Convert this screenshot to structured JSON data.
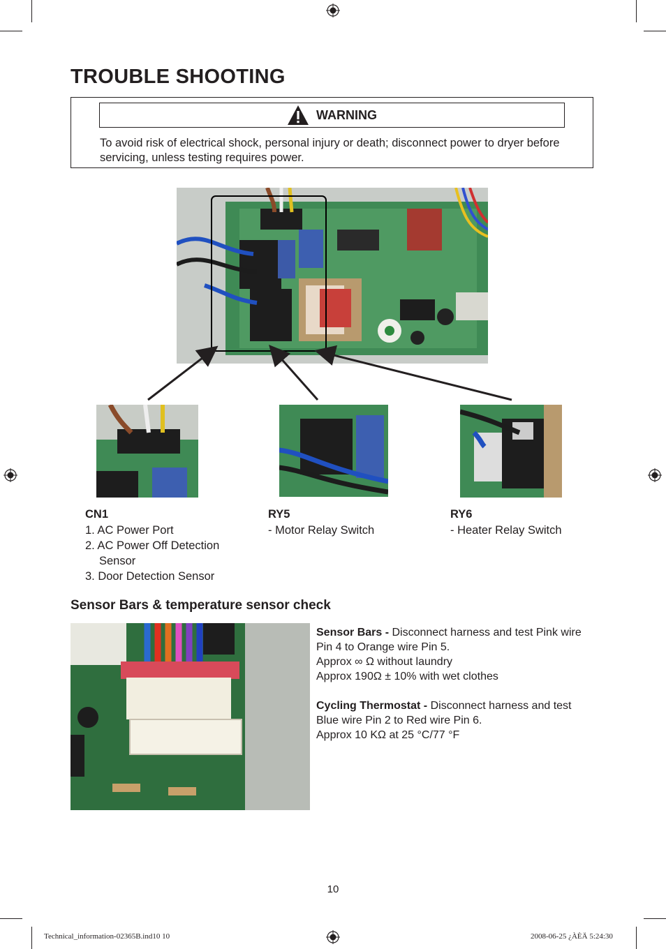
{
  "page": {
    "title": "TROUBLE  SHOOTING",
    "page_number": "10"
  },
  "warning": {
    "heading": "WARNING",
    "icon": "warning-triangle-icon",
    "text": "To avoid risk of electrical shock, personal injury or death; disconnect power to dryer before servicing, unless testing requires power."
  },
  "components": [
    {
      "name": "CN1",
      "lines": [
        "1. AC Power Port",
        "2. AC Power Off Detection",
        "    Sensor",
        "3. Door Detection Sensor"
      ]
    },
    {
      "name": "RY5",
      "lines": [
        "- Motor Relay Switch"
      ]
    },
    {
      "name": "RY6",
      "lines": [
        "- Heater Relay Switch"
      ]
    }
  ],
  "sensor_section": {
    "title": "Sensor Bars & temperature sensor check",
    "sensor_bars": {
      "label": "Sensor Bars -",
      "text": " Disconnect harness and test Pink wire Pin 4 to Orange wire Pin 5.",
      "line1": "Approx ∞ Ω without laundry",
      "line2": "Approx 190Ω ± 10% with wet clothes"
    },
    "thermostat": {
      "label": "Cycling Thermostat -",
      "text": " Disconnect harness and test Blue wire Pin 2 to Red wire Pin 6.",
      "line1": "Approx 10 KΩ at 25 °C/77 °F"
    }
  },
  "footer": {
    "file": "Technical_information-02365B.ind10   10",
    "date": "2008-06-25   ¿ÀÈÄ 5:24:30"
  }
}
